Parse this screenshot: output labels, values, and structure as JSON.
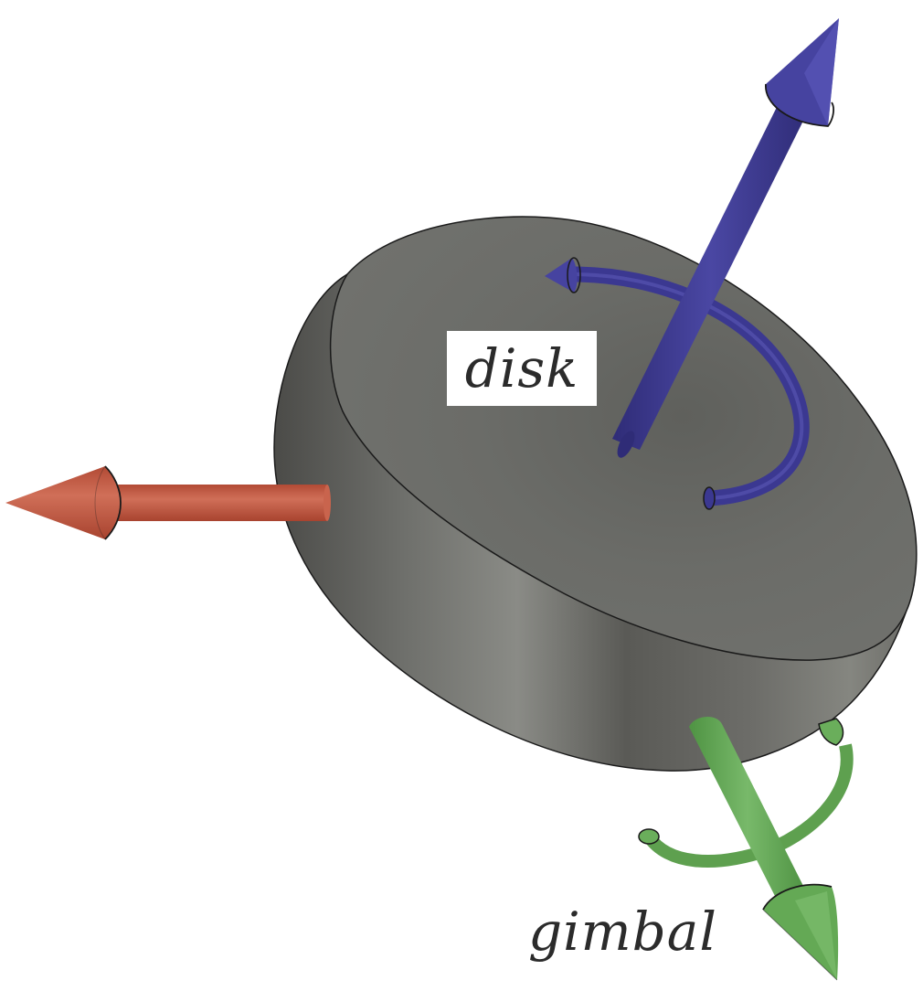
{
  "figure": {
    "type": "3d-render",
    "subject": "spinning disk (gyroscope) with rotation axes",
    "labels": {
      "disk": "disk",
      "gimbal": "gimbal"
    },
    "axes": [
      {
        "name": "disk-spin-axis",
        "color": "#3d3a8c",
        "direction": "up-right",
        "has_rotation_arrow": true
      },
      {
        "name": "horizontal-axis",
        "color": "#c0563f",
        "direction": "left",
        "has_rotation_arrow": false
      },
      {
        "name": "gimbal-axis",
        "color": "#62a653",
        "direction": "down-right",
        "has_rotation_arrow": true
      }
    ],
    "colors": {
      "disk_top": "#6b6b67",
      "disk_side": "#5f5f5a",
      "background": "#ffffff",
      "outline": "#1a1a1a"
    }
  }
}
